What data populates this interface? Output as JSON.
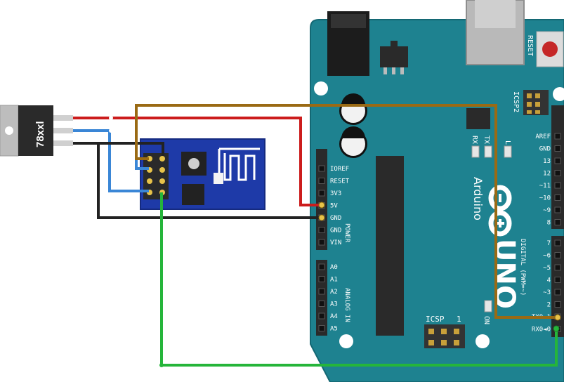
{
  "regulator": {
    "label": "78xxl"
  },
  "arduino": {
    "brand": "Arduino",
    "model": "UNO",
    "reset_label": "RESET",
    "icsp2_label": "ICSP2",
    "icsp_label": "ICSP",
    "icsp_pin1": "1",
    "tx_label": "TX",
    "rx_label": "RX",
    "l_label": "L",
    "on_label": "ON",
    "power_header_title": "POWER",
    "analog_header_title": "ANALOG IN",
    "digital_header_title": "DIGITAL (PWM=~)",
    "power_pins": [
      "IOREF",
      "RESET",
      "3V3",
      "5V",
      "GND",
      "GND",
      "VIN"
    ],
    "analog_pins": [
      "A0",
      "A1",
      "A2",
      "A3",
      "A4",
      "A5"
    ],
    "digital_upper_pins": [
      "AREF",
      "GND",
      "13",
      "12",
      "~11",
      "~10",
      "~9",
      "8"
    ],
    "digital_lower_pins": [
      "7",
      "~6",
      "~5",
      "4",
      "~3",
      "2",
      "TX0►1",
      "RX0◄0"
    ]
  },
  "wires": [
    {
      "name": "wire-5v",
      "color": "#cc1c1c"
    },
    {
      "name": "wire-gnd",
      "color": "#222222"
    },
    {
      "name": "wire-3v3",
      "color": "#3a86d6"
    },
    {
      "name": "wire-tx",
      "color": "#9a6a14"
    },
    {
      "name": "wire-rx",
      "color": "#25b53a"
    }
  ]
}
